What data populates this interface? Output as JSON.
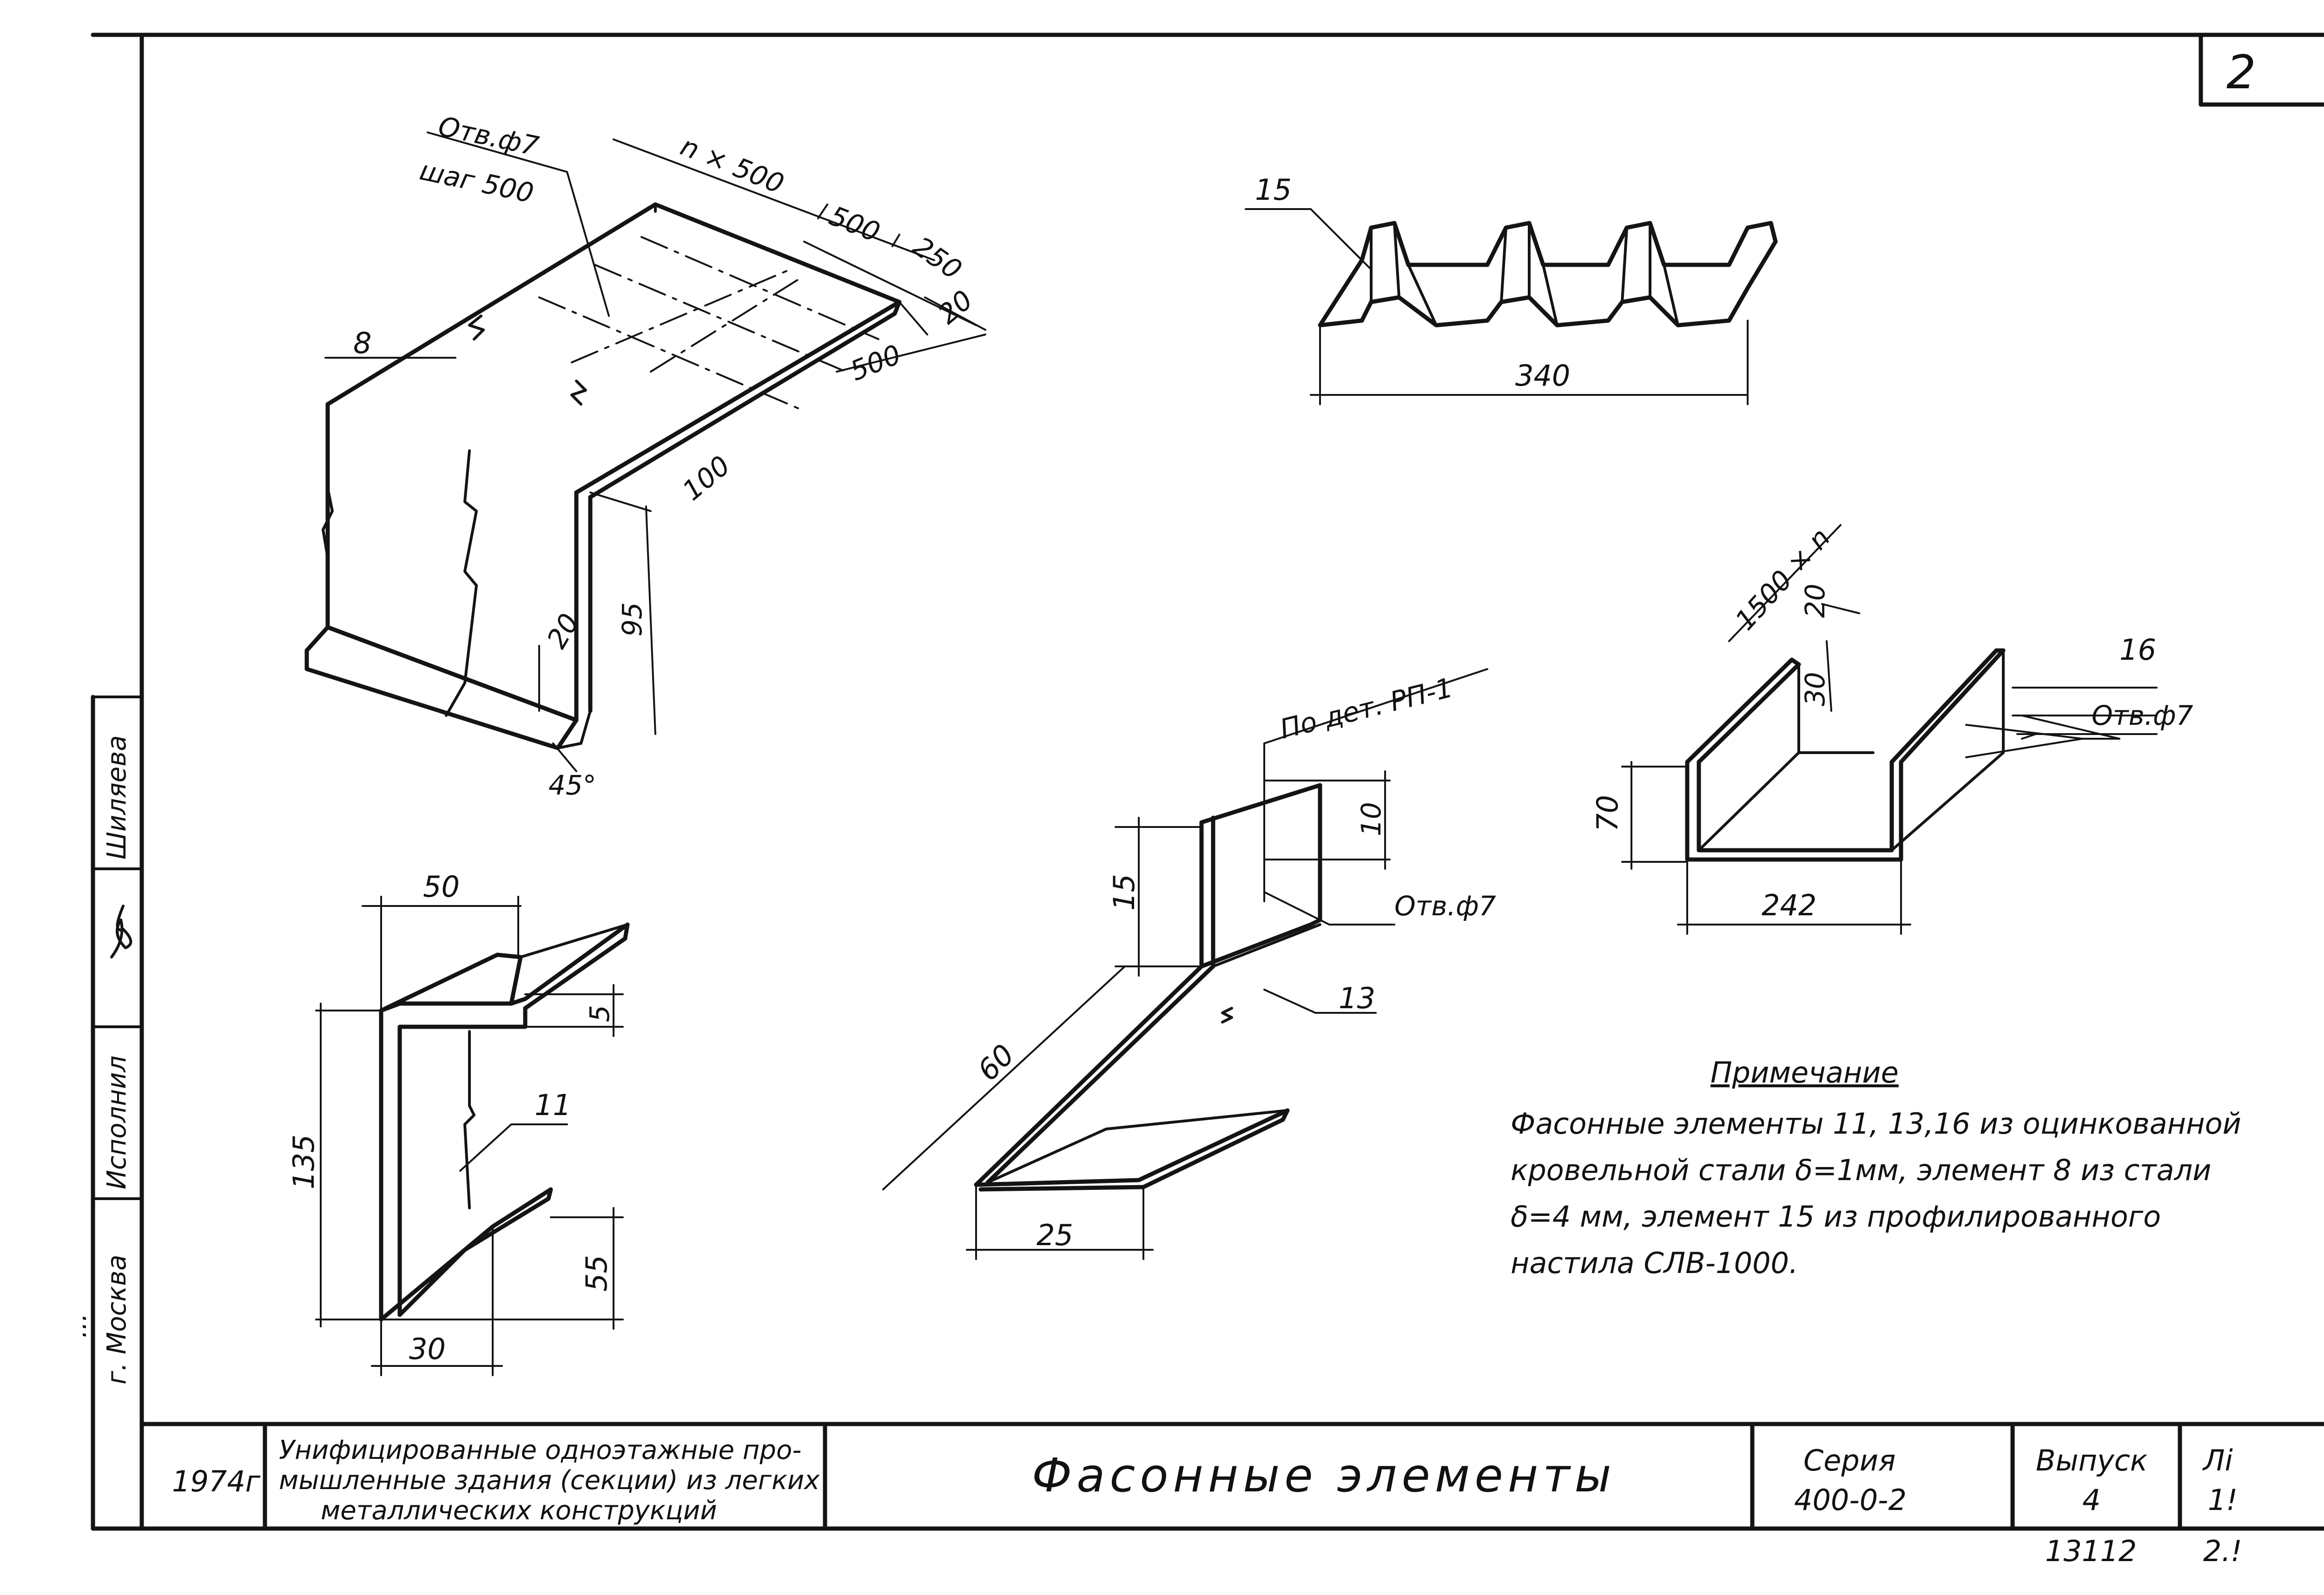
{
  "sheet": {
    "page_number": "2",
    "ink_color": "#141414"
  },
  "element8": {
    "callout": "8",
    "hole_label": "Отв.ф7",
    "hole_step": "шаг 500",
    "dims": {
      "n500": "n × 500",
      "d500a": "500",
      "d250": "250",
      "d20a": "20",
      "d500b": "500",
      "d100": "100",
      "d95": "95",
      "d20b": "20",
      "d45": "45°"
    }
  },
  "element15": {
    "callout": "15",
    "width": "340"
  },
  "element16": {
    "callout": "16",
    "hole_label": "Отв.ф7",
    "dims": {
      "d1500n": "1500 × n",
      "d20": "20",
      "d30": "30",
      "d70": "70",
      "d242": "242"
    }
  },
  "element11": {
    "callout": "11",
    "dims": {
      "d50": "50",
      "d5": "5",
      "d135": "135",
      "d55": "55",
      "d30": "30"
    }
  },
  "element13": {
    "callout": "13",
    "ref_label": "По дет. РП-1",
    "hole_label": "Отв.ф7",
    "dims": {
      "d10": "10",
      "d15": "15",
      "d60": "60",
      "d25": "25"
    }
  },
  "note": {
    "title": "Примечание",
    "lines": [
      "Фасонные элементы 11, 13,16 из оцинкованной",
      "кровельной стали δ=1мм, элемент 8 из стали",
      "δ=4 мм, элемент 15 из профилированного",
      "настила СЛВ-1000."
    ]
  },
  "side_stamp": {
    "name_signed": "Шиляева",
    "role": "Исполнил",
    "org_line1": "...",
    "city": "г. Москва"
  },
  "title_block": {
    "year": "1974г",
    "project_title": [
      "Унифицированные одноэтажные про-",
      "мышленные здания (секции) из легких",
      "металлических конструкций"
    ],
    "drawing_title": "Фасонные элементы",
    "series_label": "Серия",
    "series_value": "400-0-2",
    "issue_label": "Выпуск",
    "issue_value": "4",
    "sheet_label": "Лі",
    "sheet_value": "1!",
    "archive_code": "13112",
    "sheet_extra": "2.!"
  }
}
